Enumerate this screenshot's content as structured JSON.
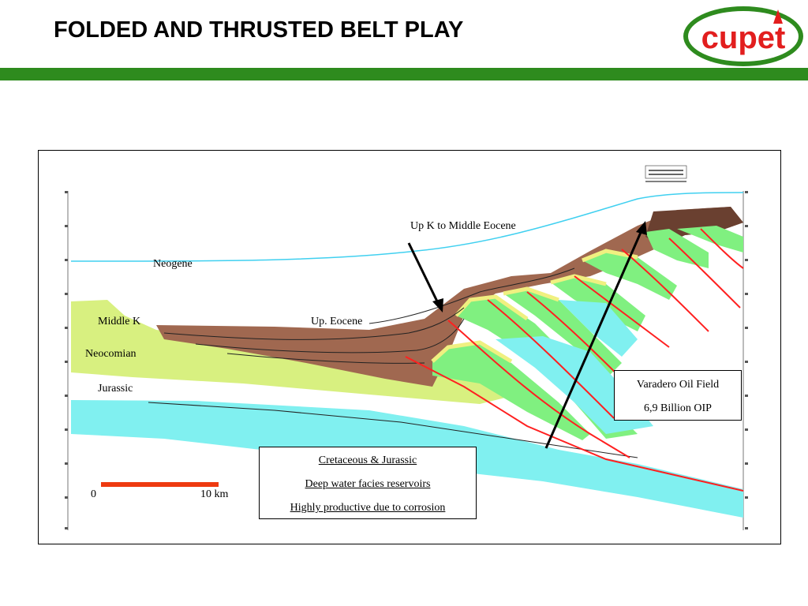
{
  "title": "FOLDED AND THRUSTED BELT PLAY",
  "logo": {
    "text": "cupet",
    "colors": {
      "green": "#2e8b1e",
      "red": "#e21e1e"
    }
  },
  "colors": {
    "header_bar": "#2e8b1e",
    "brown": "#a06850",
    "dark_brown": "#6a4030",
    "light_green": "#80f080",
    "lime": "#d8f080",
    "yellow": "#f0f080",
    "cyan": "#80f0f0",
    "fault": "#ff2020",
    "water_line": "#40d0f0"
  },
  "labels": {
    "up_k_middle_eocene": "Up K to Middle Eocene",
    "neogene": "Neogene",
    "middle_k": "Middle K",
    "up_eocene": "Up. Eocene",
    "neocomian": "Neocomian",
    "jurassic": "Jurassic"
  },
  "cretaceous_box": {
    "line1": "Cretaceous & Jurassic",
    "line2": "Deep water facies reservoirs",
    "line3": "Highly productive due to corrosion"
  },
  "varadero_box": {
    "line1": "Varadero Oil Field",
    "line2": "6,9 Billion OIP"
  },
  "scale": {
    "start": "0",
    "end": "10 km"
  }
}
